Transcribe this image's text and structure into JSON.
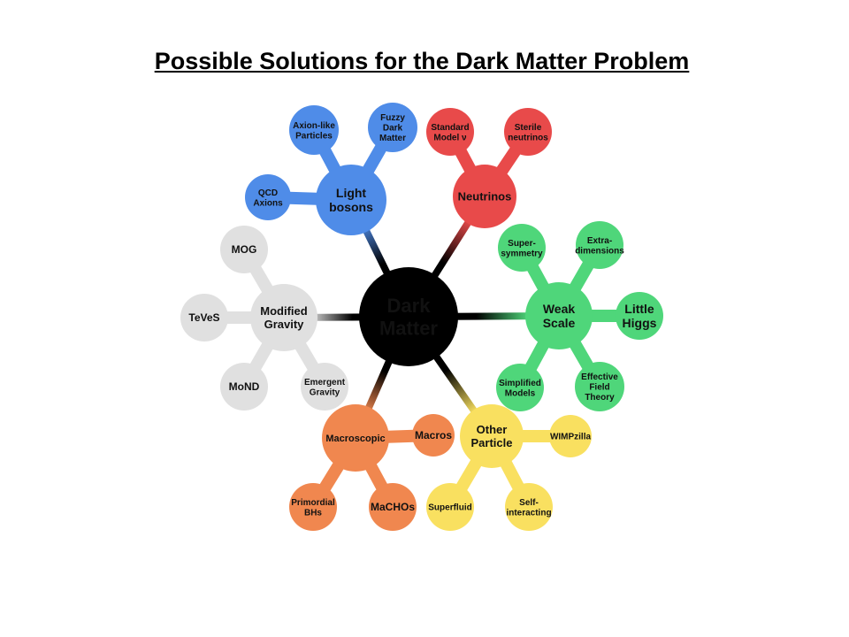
{
  "title": "Possible Solutions for the Dark Matter Problem",
  "center": {
    "lines": [
      "Dark",
      "Matter"
    ],
    "color": "#000000"
  },
  "branches": [
    {
      "id": "light-bosons",
      "lines": [
        "Light",
        "bosons"
      ],
      "color": "#4f8ce8",
      "children": [
        {
          "id": "axion-like-particles",
          "lines": [
            "Axion-like",
            "Particles"
          ]
        },
        {
          "id": "fuzzy-dark-matter",
          "lines": [
            "Fuzzy",
            "Dark",
            "Matter"
          ]
        },
        {
          "id": "qcd-axions",
          "lines": [
            "QCD",
            "Axions"
          ]
        }
      ]
    },
    {
      "id": "neutrinos",
      "lines": [
        "Neutrinos"
      ],
      "color": "#e84a4a",
      "children": [
        {
          "id": "standard-model-nu",
          "lines": [
            "Standard",
            "Model ν"
          ]
        },
        {
          "id": "sterile-neutrinos",
          "lines": [
            "Sterile",
            "neutrinos"
          ]
        }
      ]
    },
    {
      "id": "weak-scale",
      "lines": [
        "Weak",
        "Scale"
      ],
      "color": "#4fd67a",
      "children": [
        {
          "id": "supersymmetry",
          "lines": [
            "Super-",
            "symmetry"
          ]
        },
        {
          "id": "extra-dimensions",
          "lines": [
            "Extra-",
            "dimensions"
          ]
        },
        {
          "id": "little-higgs",
          "lines": [
            "Little",
            "Higgs"
          ]
        },
        {
          "id": "simplified-models",
          "lines": [
            "Simplified",
            "Models"
          ]
        },
        {
          "id": "effective-field-theory",
          "lines": [
            "Effective",
            "Field",
            "Theory"
          ]
        }
      ]
    },
    {
      "id": "modified-gravity",
      "lines": [
        "Modified",
        "Gravity"
      ],
      "color": "#e0e0e0",
      "children": [
        {
          "id": "mog",
          "lines": [
            "MOG"
          ]
        },
        {
          "id": "teves",
          "lines": [
            "TeVeS"
          ]
        },
        {
          "id": "mond",
          "lines": [
            "MoND"
          ]
        },
        {
          "id": "emergent-gravity",
          "lines": [
            "Emergent",
            "Gravity"
          ]
        }
      ]
    },
    {
      "id": "macroscopic",
      "lines": [
        "Macroscopic"
      ],
      "color": "#f0874f",
      "children": [
        {
          "id": "macros",
          "lines": [
            "Macros"
          ]
        },
        {
          "id": "primordial-bhs",
          "lines": [
            "Primordial",
            "BHs"
          ]
        },
        {
          "id": "machos",
          "lines": [
            "MaCHOs"
          ]
        }
      ]
    },
    {
      "id": "other-particle",
      "lines": [
        "Other",
        "Particle"
      ],
      "color": "#f9e060",
      "children": [
        {
          "id": "wimpzilla",
          "lines": [
            "WIMPzilla"
          ]
        },
        {
          "id": "superfluid",
          "lines": [
            "Superfluid"
          ]
        },
        {
          "id": "self-interacting",
          "lines": [
            "Self-",
            "interacting"
          ]
        }
      ]
    }
  ]
}
